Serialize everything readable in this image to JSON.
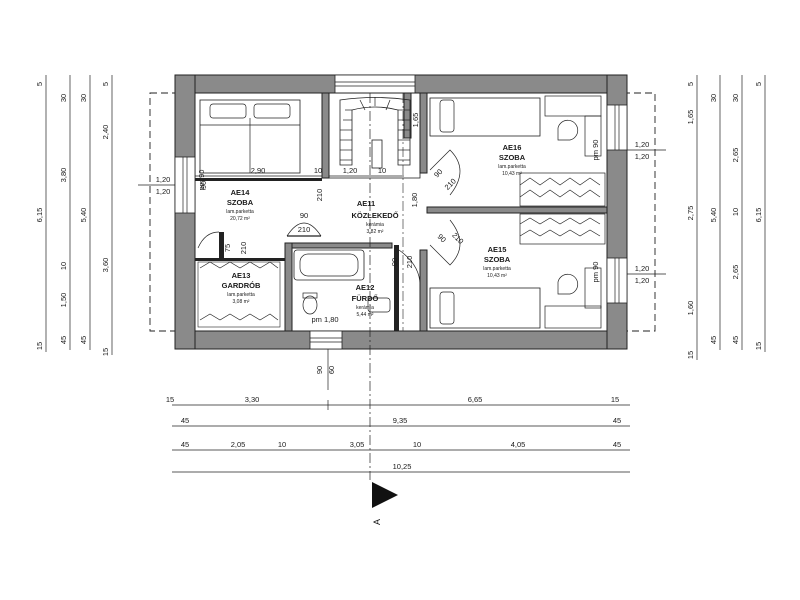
{
  "rooms": {
    "ae14": {
      "code": "AE14",
      "name": "SZOBA",
      "floor": "lam.parketta",
      "area": "20,72 m²"
    },
    "ae11": {
      "code": "AE11",
      "name": "KÖZLEKEDŐ",
      "floor": "kerámia",
      "area": "3,82 m²"
    },
    "ae16": {
      "code": "AE16",
      "name": "SZOBA",
      "floor": "lam.parketta",
      "area": "10,43 m²"
    },
    "ae15": {
      "code": "AE15",
      "name": "SZOBA",
      "floor": "lam.parketta",
      "area": "10,43 m²"
    },
    "ae13": {
      "code": "AE13",
      "name": "GARDRÓB",
      "floor": "lam.parketta",
      "area": "3,08 m²"
    },
    "ae12": {
      "code": "AE12",
      "name": "FÜRDŐ",
      "floor": "kerámia",
      "area": "5,44 m²"
    }
  },
  "left_dims": {
    "outer": [
      "5",
      "6,15",
      "15"
    ],
    "mid_a": [
      "30",
      "3,80",
      "10",
      "1,50",
      "45"
    ],
    "mid_b": [
      "30",
      "5,40",
      "45"
    ],
    "inner": [
      "5",
      "2,40",
      "3,60",
      "15"
    ]
  },
  "right_dims": {
    "inner": [
      "5",
      "1,65",
      "2,75",
      "1,60",
      "15"
    ],
    "mid_a": [
      "30",
      "5,40",
      "45"
    ],
    "mid_b": [
      "30",
      "2,65",
      "10",
      "2,65",
      "45"
    ],
    "outer": [
      "5",
      "6,15",
      "15"
    ]
  },
  "bottom_dims": {
    "row1": [
      "15",
      "3,30",
      "6,65",
      "15"
    ],
    "row2": [
      "45",
      "9,35",
      "45"
    ],
    "row3": [
      "45",
      "2,05",
      "10",
      "3,05",
      "10",
      "4,05",
      "45"
    ],
    "row4": [
      "10,25"
    ]
  },
  "interior_dims": {
    "d_290": "2,90",
    "d_10a": "10",
    "d_120a": "1,20",
    "d_10b": "10",
    "d_90a": "90",
    "d_210a": "210",
    "d_75": "75",
    "d_210b": "210",
    "d_90b": "90",
    "d_210c": "210",
    "d_180": "1,80",
    "d_90c": "90",
    "d_210d": "210",
    "d_90d": "90",
    "d_210e": "210",
    "d_90e": "90",
    "d_210f": "210",
    "pm_180": "pm 1,80",
    "d_90f": "90",
    "d_60": "60",
    "pm90_l": "pm 90",
    "pm90_r1": "pm 90",
    "pm90_r2": "pm 90",
    "win_l_top": "1,20",
    "win_l_bot": "1,20",
    "win_r1_top": "1,20",
    "win_r1_bot": "1,20",
    "win_r2_top": "1,20",
    "win_r2_bot": "1,20",
    "d_165": "1,65"
  },
  "section": {
    "label": "A"
  },
  "colors": {
    "wall": "#8a8a8a",
    "line": "#222222"
  }
}
